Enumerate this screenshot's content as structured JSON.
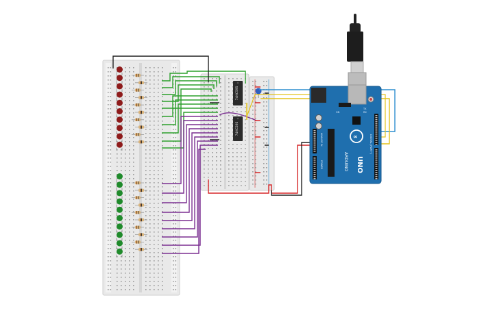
{
  "chips": {
    "chip1_label": "74HC595",
    "chip2_label": "74HC595"
  },
  "arduino": {
    "brand": "ARDUINO",
    "model": "UNO",
    "power_label": "POWER",
    "analog_label": "ANALOG IN",
    "digital_label": "DIGITAL (PWM~)",
    "tx_label": "TX",
    "rx_label": "RX",
    "on_label": "ON"
  },
  "leds": {
    "top_count": 10,
    "bottom_count": 10,
    "top_color": "#8e1b1b",
    "bottom_color": "#1f8a2b"
  },
  "colors": {
    "wire_green": "#2ca02c",
    "wire_purple": "#7b2f91",
    "wire_black": "#222222",
    "wire_red": "#d62728",
    "wire_blue": "#2f8fcf",
    "wire_yellow": "#e3c21a",
    "board_blue": "#1f6fae",
    "breadboard": "#e9e9e9"
  }
}
